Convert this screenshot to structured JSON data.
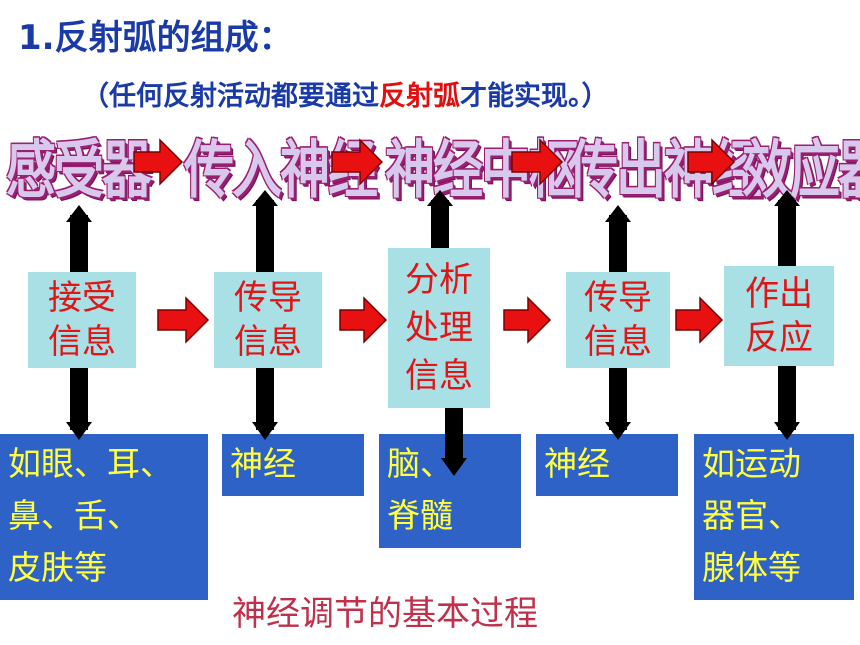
{
  "title": "1.反射弧的组成：",
  "subtitle": {
    "pre": "（任何反射活动都要通过",
    "highlight": "反射弧",
    "post": "才能实现。）"
  },
  "stages": [
    "感受器",
    "传入神经",
    "神经中枢",
    "传出神经",
    "效应器"
  ],
  "functions": [
    [
      "接受",
      "信息"
    ],
    [
      "传导",
      "信息"
    ],
    [
      "分析",
      "处理",
      "信息"
    ],
    [
      "传导",
      "信息"
    ],
    [
      "作出",
      "反应"
    ]
  ],
  "examples": [
    [
      "如眼、耳、",
      "鼻、舌、",
      "皮肤等"
    ],
    [
      "神经"
    ],
    [
      "脑、",
      "脊髓"
    ],
    [
      "神经"
    ],
    [
      "如运动",
      "器官、",
      "腺体等"
    ]
  ],
  "caption": "神经调节的基本过程",
  "colors": {
    "title": "#1a3aa8",
    "highlight": "#e01010",
    "arrow": "#e81010",
    "function_box": "#a8e0e6",
    "function_text": "#e01515",
    "example_box": "#2f62c6",
    "example_text": "#ffff40",
    "caption": "#c0304a"
  }
}
